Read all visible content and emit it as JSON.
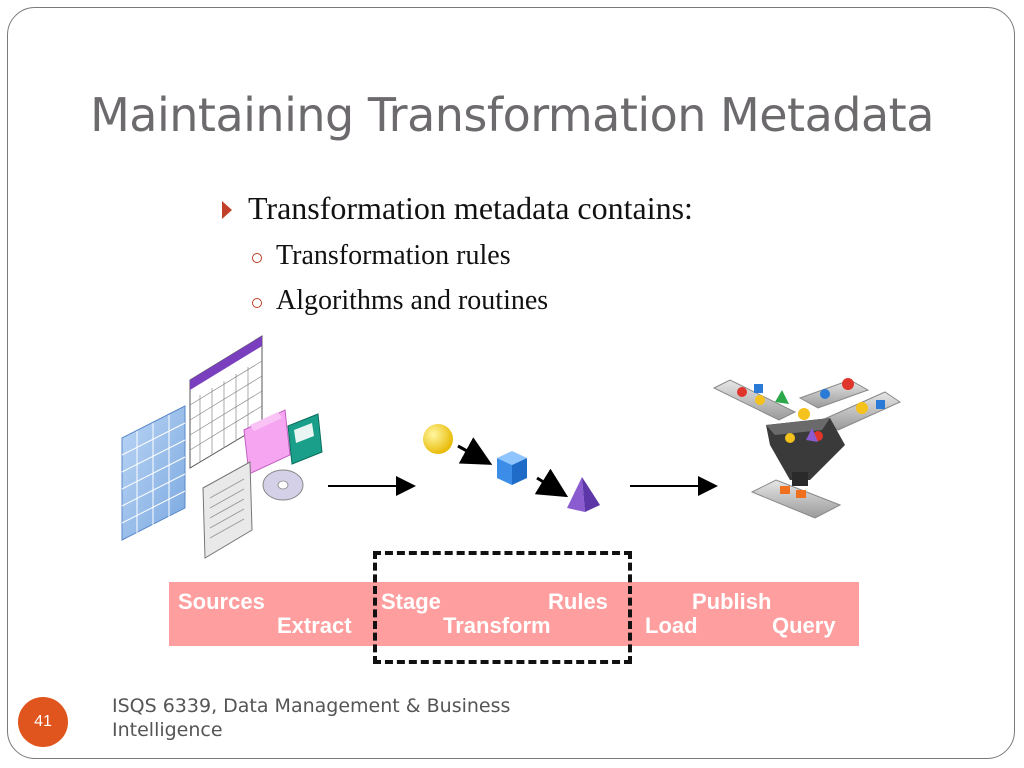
{
  "slide": {
    "title": "Maintaining Transformation Metadata",
    "bullets": {
      "main": "Transformation metadata contains:",
      "sub": [
        "Transformation rules",
        "Algorithms and routines"
      ]
    },
    "process_band": {
      "sources": "Sources",
      "extract": "Extract",
      "stage": "Stage",
      "rules": "Rules",
      "transform": "Transform",
      "publish": "Publish",
      "load": "Load",
      "query": "Query"
    },
    "footer": {
      "page_number": "41",
      "course": "ISQS 6339, Data Management & Business Intelligence"
    }
  },
  "colors": {
    "accent": "#e0541d",
    "bullet": "#c0402a",
    "band": "#ff9e9e",
    "title": "#6d6a6e"
  },
  "icons": [
    "spreadsheet-icon",
    "folder-icon",
    "floppy-disk-icon",
    "cd-icon",
    "document-icon",
    "sphere-icon",
    "cube-icon",
    "pyramid-icon",
    "conveyor-funnel-icon",
    "arrow-icon"
  ]
}
